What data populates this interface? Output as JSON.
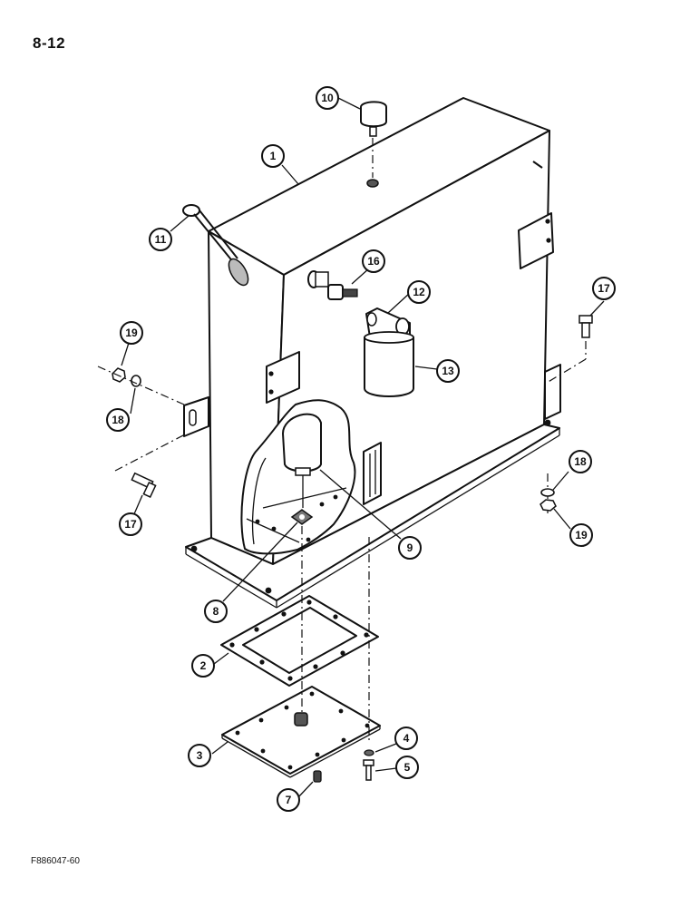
{
  "page_number": "8-12",
  "figure_code": "F886047-60",
  "callouts": {
    "c1": "1",
    "c2": "2",
    "c3": "3",
    "c4": "4",
    "c5": "5",
    "c7": "7",
    "c8": "8",
    "c9": "9",
    "c10": "10",
    "c11": "11",
    "c12": "12",
    "c13": "13",
    "c16": "16",
    "c17a": "17",
    "c17b": "17",
    "c18a": "18",
    "c18b": "18",
    "c19a": "19",
    "c19b": "19"
  }
}
